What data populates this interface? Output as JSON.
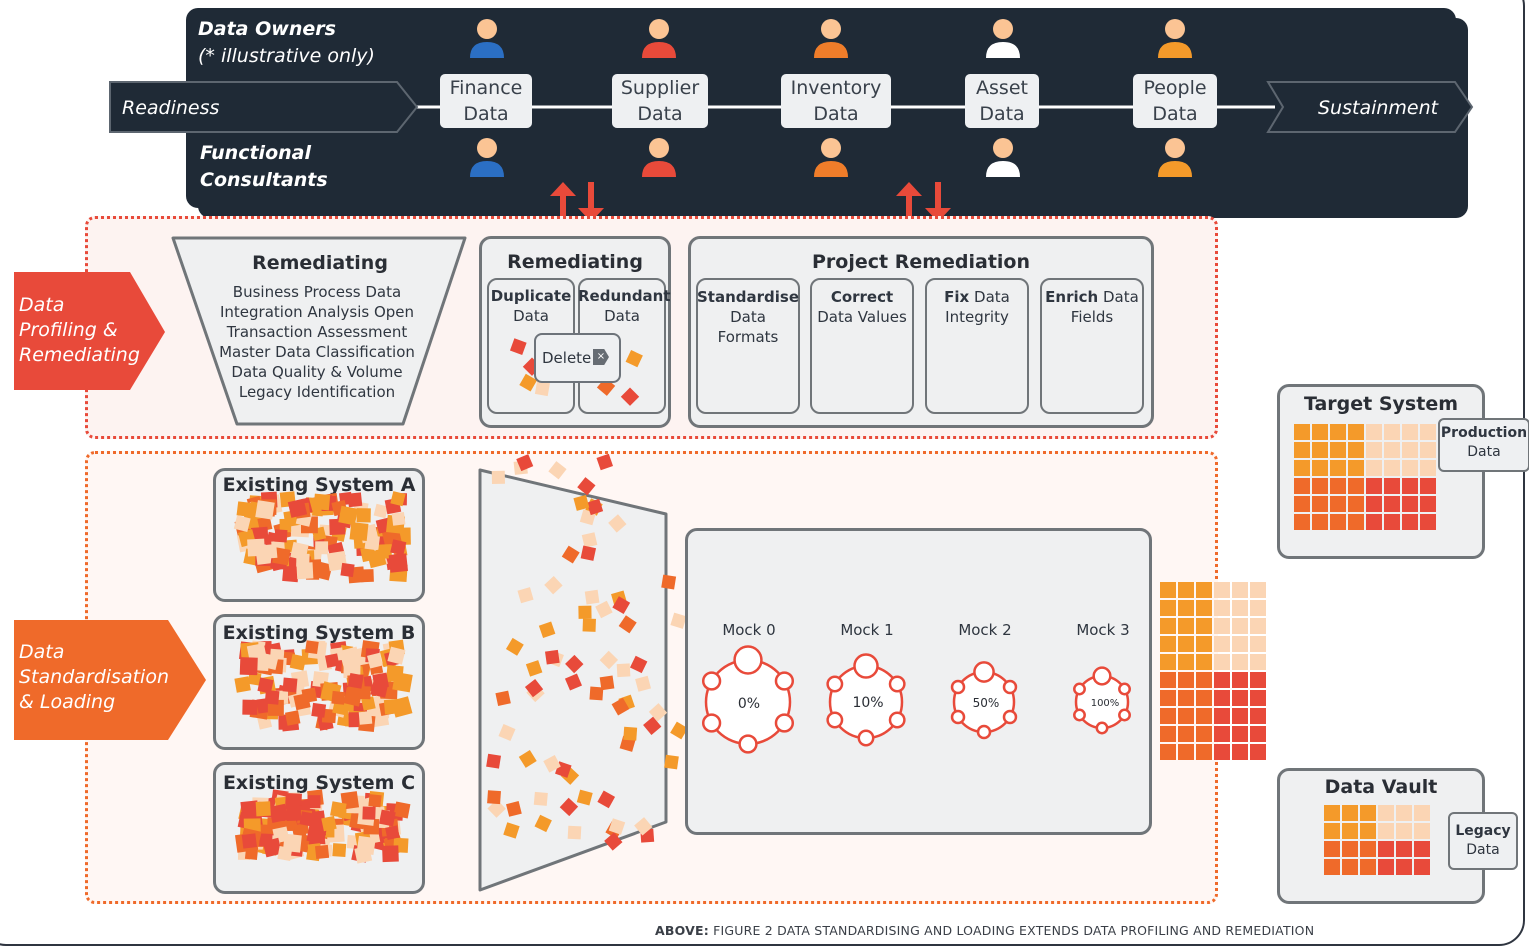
{
  "colors": {
    "dark": "#1f2a36",
    "red": "#e84a3a",
    "orange": "#ef6a2a",
    "amber": "#f49a2a",
    "peach": "#fbd5b4",
    "blue": "#2b6fc4",
    "grey": "#707579"
  },
  "top": {
    "owners_label": "Data Owners",
    "owners_note": "(* illustrative only)",
    "readiness": "Readiness",
    "sustainment": "Sustainment",
    "consultants_line1": "Functional",
    "consultants_line2": "Consultants",
    "domains": [
      {
        "line1": "Finance",
        "line2": "Data",
        "color": "#2b6fc4"
      },
      {
        "line1": "Supplier",
        "line2": "Data",
        "color": "#e84a3a"
      },
      {
        "line1": "Inventory",
        "line2": "Data",
        "color": "#ef7d2a"
      },
      {
        "line1": "Asset",
        "line2": "Data",
        "color": "#ffffff"
      },
      {
        "line1": "People",
        "line2": "Data",
        "color": "#f49a2a"
      }
    ]
  },
  "profiling": {
    "label_line1": "Data",
    "label_line2": "Profiling &",
    "label_line3": "Remediating",
    "funnel_title": "Remediating",
    "funnel_items": [
      "Business Process Data",
      "Integration Analysis Open",
      "Transaction Assessment",
      "Master Data Classification",
      "Data Quality & Volume",
      "Legacy Identification"
    ],
    "dup_title": "Remediating",
    "dup_bold": "Duplicate",
    "dup_rest": "Data",
    "red_bold": "Redundant",
    "red_rest": "Data",
    "delete_label": "Delete",
    "proj_title": "Project Remediation",
    "proj_cards": [
      {
        "bold": "Standardise",
        "rest": "Data",
        "rest2": "Formats"
      },
      {
        "bold": "Correct",
        "rest": "Data Values",
        "rest2": ""
      },
      {
        "bold": "Fix",
        "rest": "Data",
        "rest2": "Integrity"
      },
      {
        "bold": "Enrich",
        "rest": "Data",
        "rest2": "Fields"
      }
    ]
  },
  "loading": {
    "label_line1": "Data",
    "label_line2": "Standardisation",
    "label_line3": "& Loading",
    "systems": [
      "Existing System A",
      "Existing System B",
      "Existing System C"
    ],
    "mocks": [
      {
        "name": "Mock 0",
        "pct": "0%",
        "value": 0
      },
      {
        "name": "Mock 1",
        "pct": "10%",
        "value": 10
      },
      {
        "name": "Mock 2",
        "pct": "50%",
        "value": 50
      },
      {
        "name": "Mock 3",
        "pct": "100%",
        "value": 100
      }
    ]
  },
  "target": {
    "title": "Target System",
    "tag_bold": "Production",
    "tag_rest": "Data"
  },
  "vault": {
    "title": "Data Vault",
    "tag_bold": "Legacy",
    "tag_rest": "Data"
  },
  "caption": {
    "prefix": "ABOVE:",
    "text": "FIGURE 2 DATA STANDARDISING AND LOADING EXTENDS DATA PROFILING AND REMEDIATION"
  }
}
